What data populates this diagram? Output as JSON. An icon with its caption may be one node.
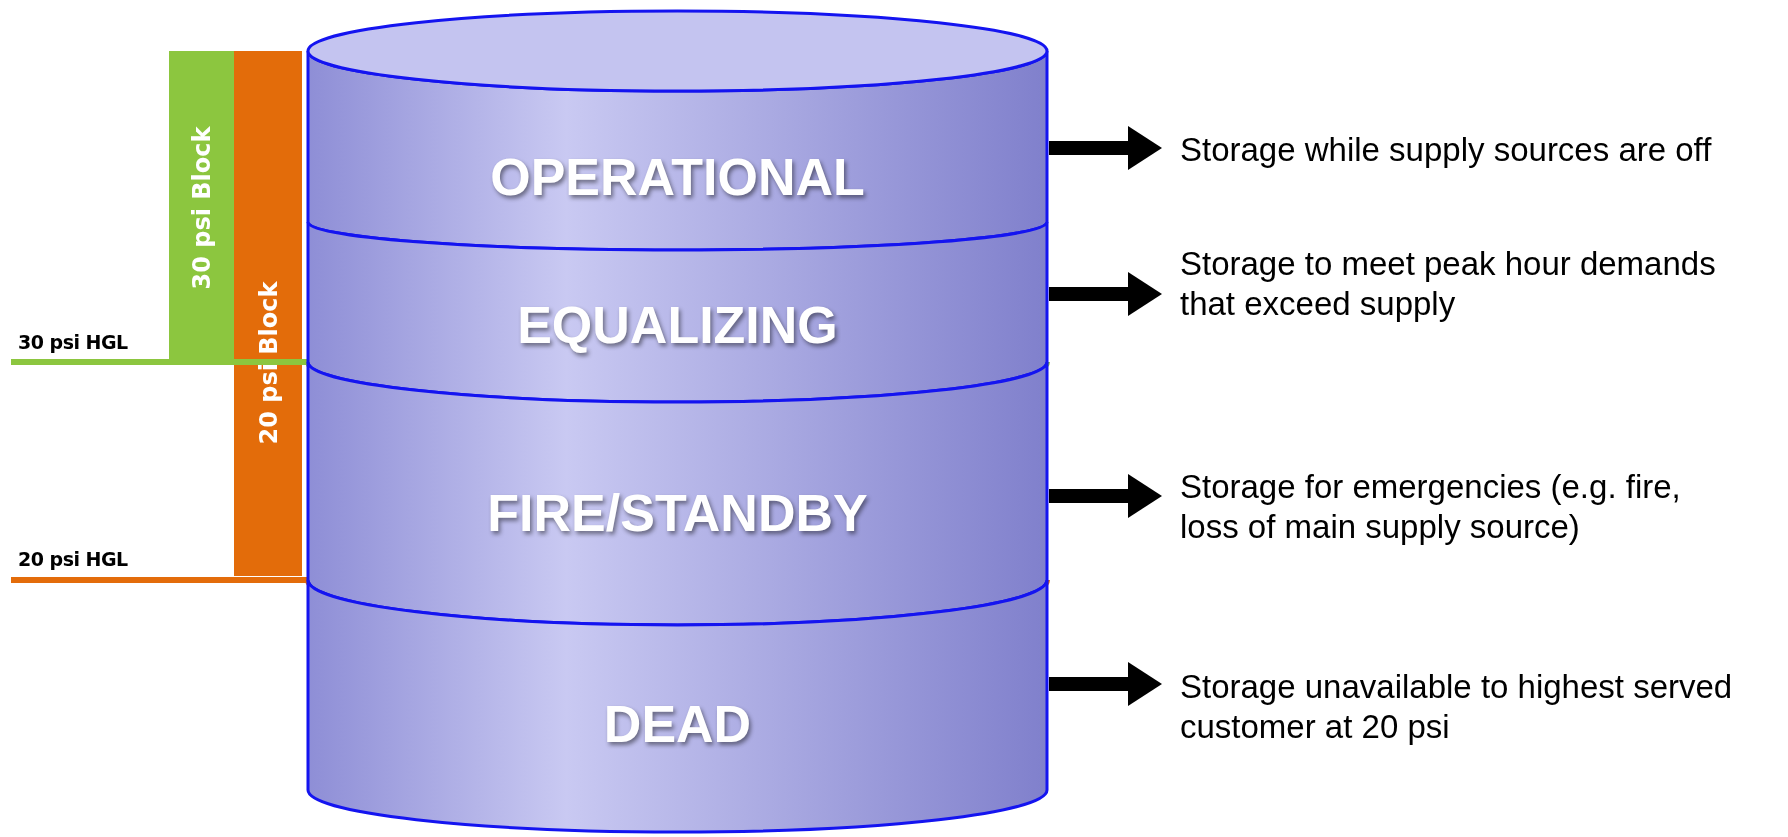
{
  "diagram": {
    "nodes": [
      {
        "text": [
          "OPERATIONAL"
        ]
      },
      {
        "text": [
          "EQUALIZING"
        ]
      },
      {
        "text": [
          "FIRE/STANDBY"
        ]
      },
      {
        "text": [
          "DEAD"
        ]
      },
      {
        "text": [
          "Storage while supply sources are off"
        ]
      },
      {
        "text": [
          "Storage to meet peak hour demands that exceed supply"
        ]
      },
      {
        "text": [
          "Storage for emergencies (e.g. fire, loss of main supply source)"
        ]
      },
      {
        "text": [
          "Storage unavailable to highest served customer at 20 psi"
        ]
      },
      {
        "text": [
          "30 psi Block"
        ]
      },
      {
        "text": [
          "20 psi Block"
        ]
      }
    ],
    "edges": [
      {
        "from": 0,
        "to": 4,
        "arrow": "to"
      },
      {
        "from": 1,
        "to": 5,
        "arrow": "to"
      },
      {
        "from": 2,
        "to": 6,
        "arrow": "to"
      },
      {
        "from": 3,
        "to": 7,
        "arrow": "to"
      }
    ],
    "labels": [
      "30 psi HGL",
      "20 psi HGL"
    ]
  }
}
